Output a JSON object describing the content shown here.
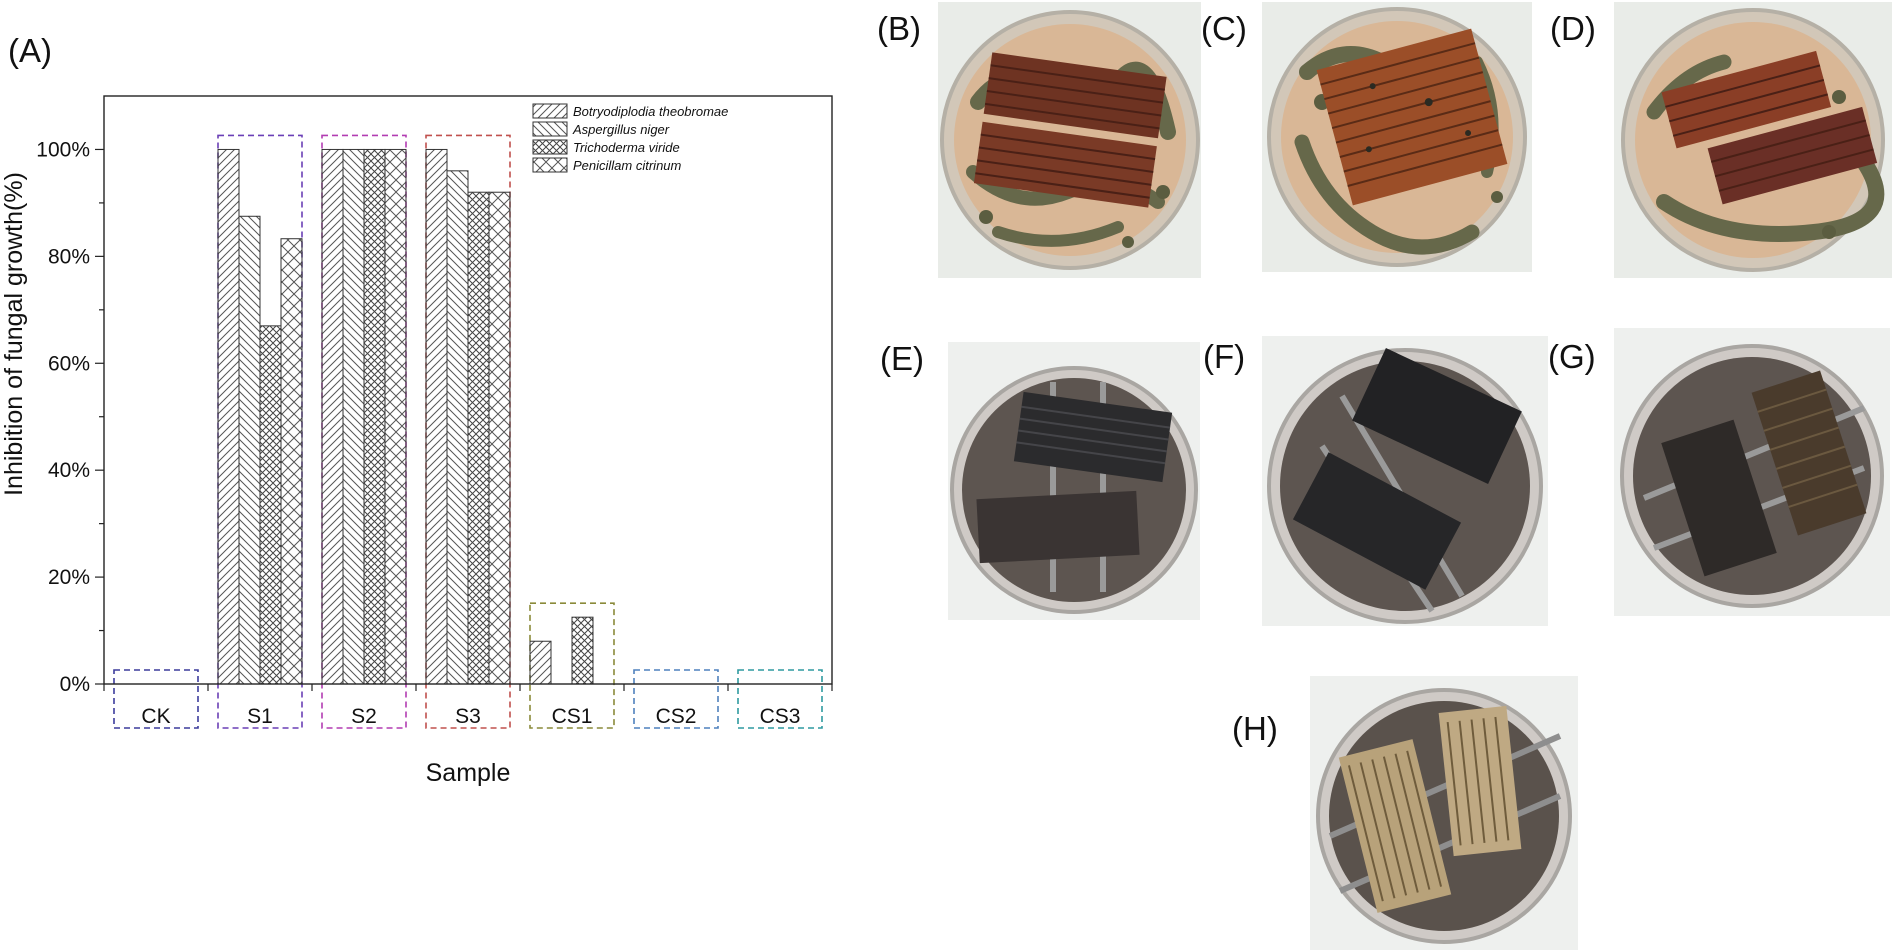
{
  "panels": {
    "a": "(A)",
    "b": "(B)",
    "c": "(C)",
    "d": "(D)",
    "e": "(E)",
    "f": "(F)",
    "g": "(G)",
    "h": "(H)"
  },
  "chart_data": {
    "type": "bar",
    "categories": [
      "CK",
      "S1",
      "S2",
      "S3",
      "CS1",
      "CS2",
      "CS3"
    ],
    "series": [
      {
        "name": "Botryodiplodia theobromae",
        "values": [
          0,
          100,
          100,
          100,
          8,
          0,
          0
        ]
      },
      {
        "name": "Aspergillus niger",
        "values": [
          0,
          87.5,
          100,
          96,
          0,
          0,
          0
        ]
      },
      {
        "name": "Trichoderma viride",
        "values": [
          0,
          67,
          100,
          92,
          12.5,
          0,
          0
        ]
      },
      {
        "name": "Penicillam citrinum",
        "values": [
          0,
          83.3,
          100,
          92,
          0,
          0,
          0
        ]
      }
    ],
    "xlabel": "Sample",
    "ylabel": "Inhibition of fungal growth(%)",
    "ylim": [
      0,
      110
    ],
    "yticks": [
      "0%",
      "20%",
      "40%",
      "60%",
      "80%",
      "100%"
    ],
    "legend_position": "top-right",
    "group_box_colors": [
      "#3c3c9c",
      "#6a3fb6",
      "#b23cb2",
      "#c0504d",
      "#8a8a3a",
      "#4f81bd",
      "#2f9aa0"
    ],
    "grid": false
  }
}
